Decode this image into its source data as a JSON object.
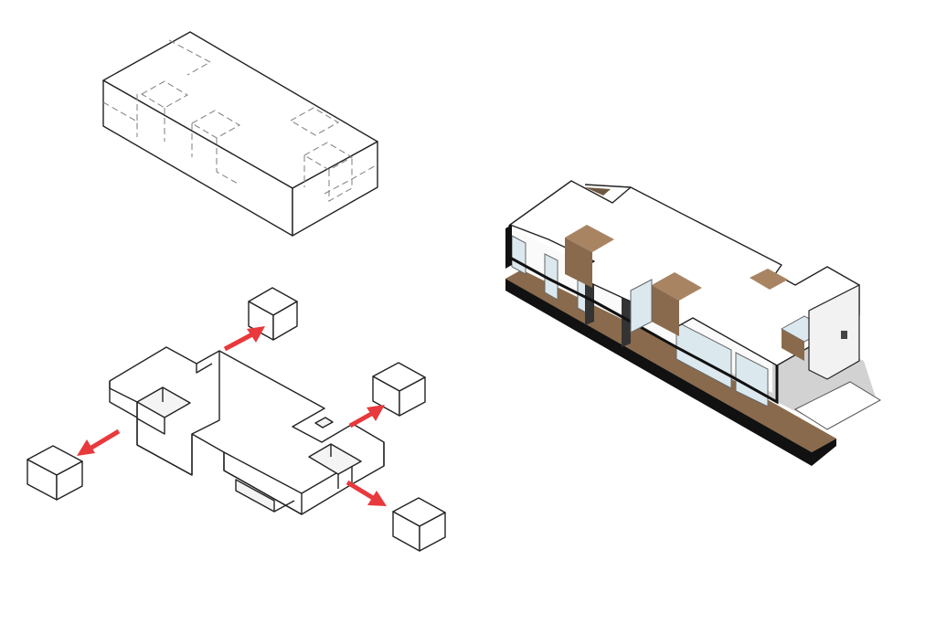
{
  "diagram": {
    "type": "architectural-massing-diagram",
    "panels": [
      {
        "id": "solid-volume",
        "description_visible": false
      },
      {
        "id": "subtracted-volumes",
        "removed_cubes": 4
      },
      {
        "id": "rendered-result",
        "description_visible": false
      }
    ],
    "colors": {
      "arrow": "#e8393c",
      "line": "#222222",
      "wood": "#8a6a4c",
      "glass": "#dbe9ef",
      "shadow": "#d2d2d2"
    }
  }
}
